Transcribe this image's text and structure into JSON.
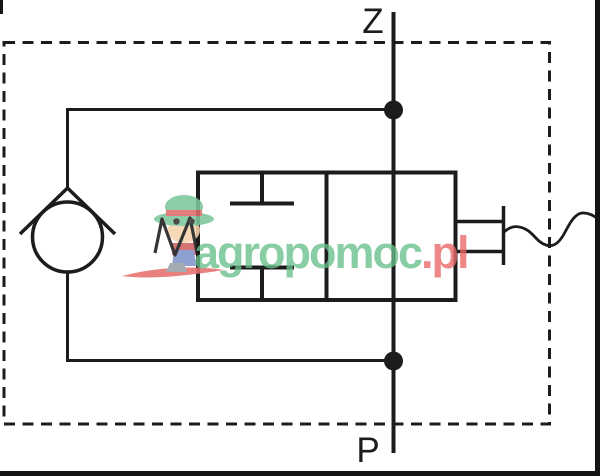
{
  "diagram": {
    "port_top_label": "Z",
    "port_bottom_label": "P"
  },
  "watermark": {
    "brand_green": "agropomoc",
    "brand_red": ".pl",
    "green_color": "#88cda4",
    "red_color": "#ef8b8b",
    "swoosh_color": "#e87070"
  },
  "colors": {
    "line": "#1c1c1c",
    "background": "#ffffff",
    "mascot_hat": "#7dc79c",
    "mascot_band": "#e06a6a",
    "mascot_skin": "#f6d3ae",
    "mascot_overalls": "#7e93c9"
  }
}
